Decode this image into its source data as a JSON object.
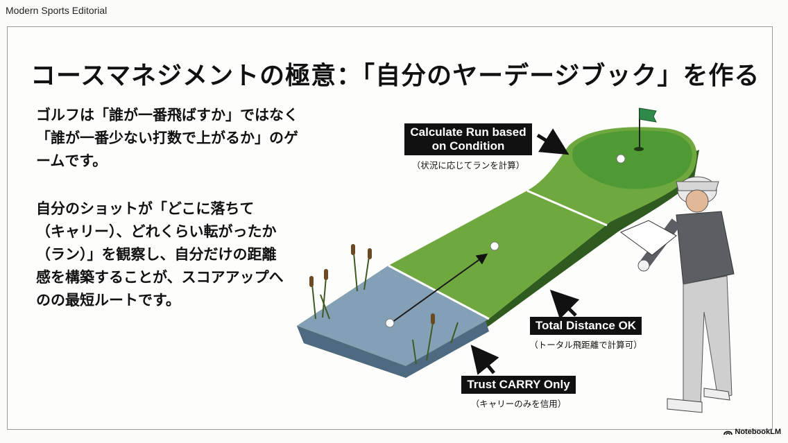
{
  "brand": "Modern Sports Editorial",
  "title": "コースマネジメントの極意：「自分のヤーデージブック」を作る",
  "paragraph1": [
    "ゴルフは「誰が一番飛ばすか」ではなく",
    "「誰が一番少ない打数で上がるか」のゲ",
    "ームです。"
  ],
  "paragraph2": [
    "自分のショットが「どこに落ちて",
    "（キャリー）、どれくらい転がったか",
    "（ラン）」を観察し、自分だけの距離",
    "感を構築することが、スコアアップへ",
    "のの最短ルートです。"
  ],
  "callouts": {
    "run": {
      "label_line1": "Calculate Run based",
      "label_line2": "on Condition",
      "sub": "（状況に応じてランを計算）"
    },
    "total": {
      "label": "Total Distance OK",
      "sub": "（トータル飛距離で計算可）"
    },
    "carry": {
      "label": "Trust CARRY Only",
      "sub": "（キャリーのみを信用）"
    }
  },
  "footer": "NotebookLM",
  "colors": {
    "fairway": "#6fa83f",
    "green": "#5e9e35",
    "water": "#7f9ab0",
    "edge": "#3d6b28",
    "callout_bg": "#111111"
  },
  "icons": [
    "flag-icon",
    "golf-ball-icon",
    "notebooklm-logo-icon",
    "golfer-illustration"
  ]
}
